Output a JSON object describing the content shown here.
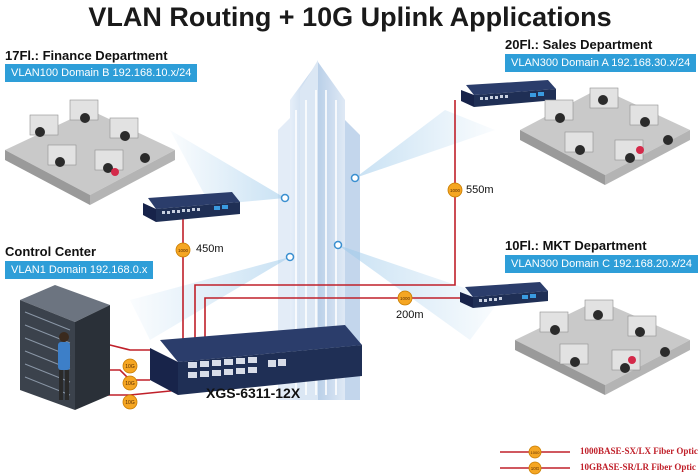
{
  "title": "VLAN Routing + 10G Uplink Applications",
  "departments": {
    "finance": {
      "name": "17Fl.: Finance Department",
      "vlan": "VLAN100 Domain B 192.168.10.x/24"
    },
    "sales": {
      "name": "20Fl.: Sales Department",
      "vlan": "VLAN300 Domain A 192.168.30.x/24"
    },
    "control": {
      "name": "Control Center",
      "vlan": "VLAN1 Domain 192.168.0.x"
    },
    "mkt": {
      "name": "10Fl.: MKT Department",
      "vlan": "VLAN300 Domain C 192.168.20.x/24"
    }
  },
  "distances": {
    "finance": "450m",
    "sales": "550m",
    "mkt": "200m"
  },
  "link_badges": {
    "gigabit": "1000",
    "ten_g": "10G"
  },
  "core_switch": {
    "model": "XGS-6311-12X"
  },
  "legend": [
    {
      "label": "1000BASE-SX/LX Fiber Optic",
      "badge": "1000"
    },
    {
      "label": "10GBASE-SR/LR Fiber Optic",
      "badge": "10G"
    }
  ],
  "colors": {
    "fiber": "#c0202a",
    "badge": "#f5a623",
    "tag": "#2e9ed8",
    "switch": "#1f2f55",
    "building": "#cfe0f2"
  }
}
